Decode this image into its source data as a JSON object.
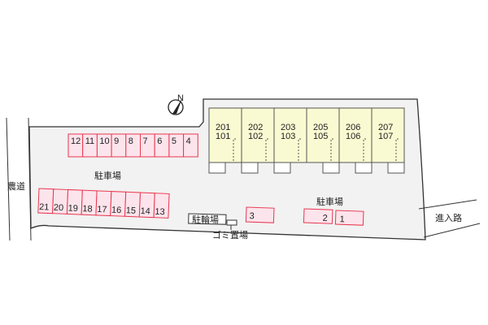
{
  "map": {
    "north_label": "N",
    "farm_road": "農道",
    "entrance_road": "進入路",
    "parking_label_left": "駐車場",
    "parking_label_right": "駐車場",
    "bicycle_parking": "駐輪場",
    "garbage_area": "ゴミ置場",
    "units": [
      {
        "upper": "201",
        "lower": "101"
      },
      {
        "upper": "202",
        "lower": "102"
      },
      {
        "upper": "203",
        "lower": "103"
      },
      {
        "upper": "205",
        "lower": "105"
      },
      {
        "upper": "206",
        "lower": "106"
      },
      {
        "upper": "207",
        "lower": "107"
      }
    ],
    "stalls_top_row": [
      "12",
      "11",
      "10",
      "9",
      "8",
      "7",
      "6",
      "5",
      "4"
    ],
    "stalls_bottom_row": [
      "21",
      "20",
      "19",
      "18",
      "17",
      "16",
      "15",
      "14",
      "13"
    ],
    "stall_3": "3",
    "stall_2": "2",
    "stall_1": "1"
  },
  "colors": {
    "stall_fill": "#fce4ec",
    "stall_stroke": "#e8374f",
    "building_fill": "#fafad2",
    "lot_fill": "#f2f2f2"
  }
}
